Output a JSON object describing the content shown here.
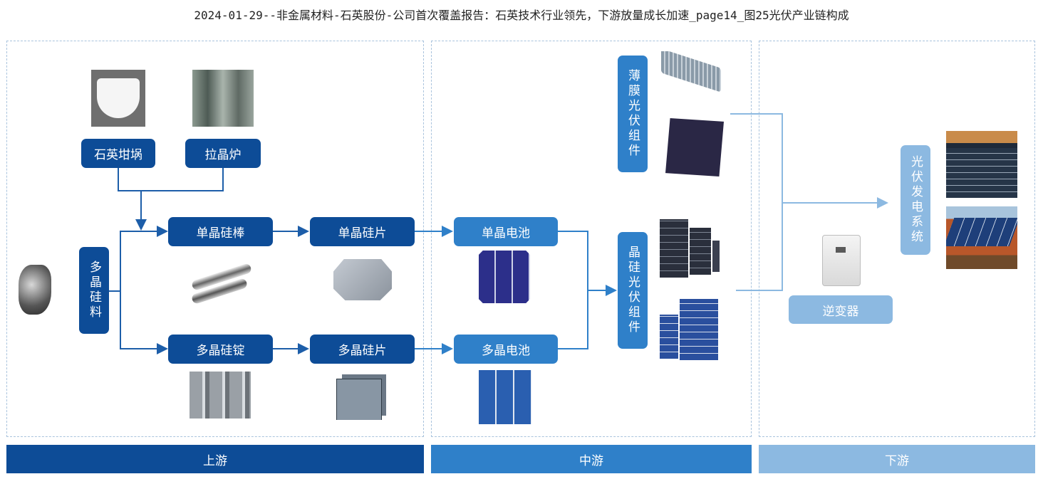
{
  "title": "2024-01-29--非金属材料-石英股份-公司首次覆盖报告：石英技术行业领先，下游放量成长加速_page14_图25光伏产业链构成",
  "nodes": {
    "quartz_crucible": "石英坩埚",
    "crystal_puller": "拉晶炉",
    "polysilicon": "多晶硅料",
    "mono_rod": "单晶硅棒",
    "mono_wafer": "单晶硅片",
    "poly_ingot": "多晶硅锭",
    "poly_wafer": "多晶硅片",
    "mono_cell": "单晶电池",
    "poly_cell": "多晶电池",
    "thin_film_module": "薄膜光伏组件",
    "crystalline_module": "晶硅光伏组件",
    "inverter": "逆变器",
    "pv_system": "光伏发电系统"
  },
  "stages": {
    "upstream": "上游",
    "midstream": "中游",
    "downstream": "下游"
  },
  "colors": {
    "dark_blue": "#0d4c97",
    "mid_blue": "#2f80c9",
    "light_blue": "#8cb9e1"
  }
}
